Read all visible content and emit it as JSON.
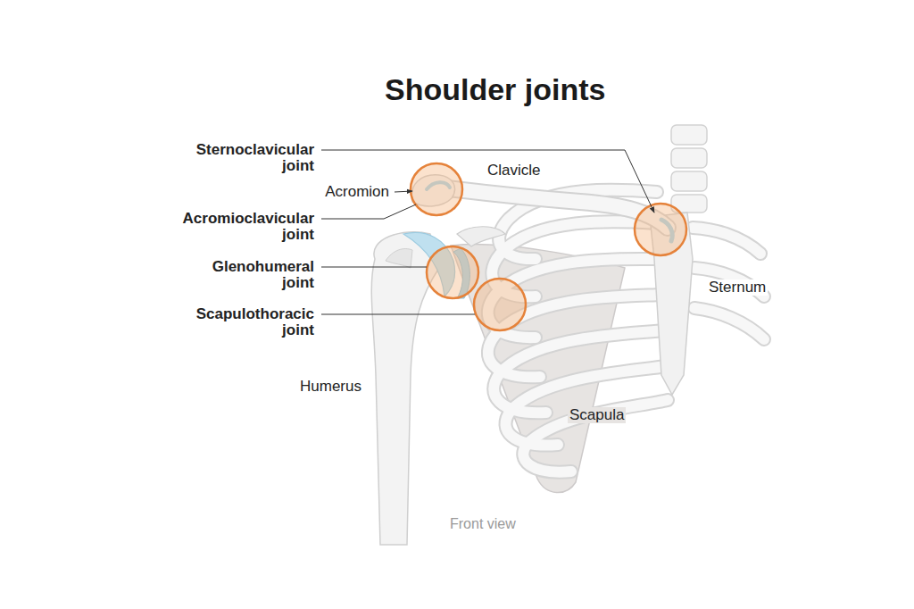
{
  "diagram": {
    "title": "Shoulder joints",
    "caption": "Front view",
    "labels": [
      "Sternoclavicular joint",
      "Acromion",
      "Acromioclavicular joint",
      "Clavicle",
      "Glenohumeral joint",
      "Scapulothoracic joint",
      "Sternum",
      "Humerus",
      "Scapula"
    ]
  }
}
